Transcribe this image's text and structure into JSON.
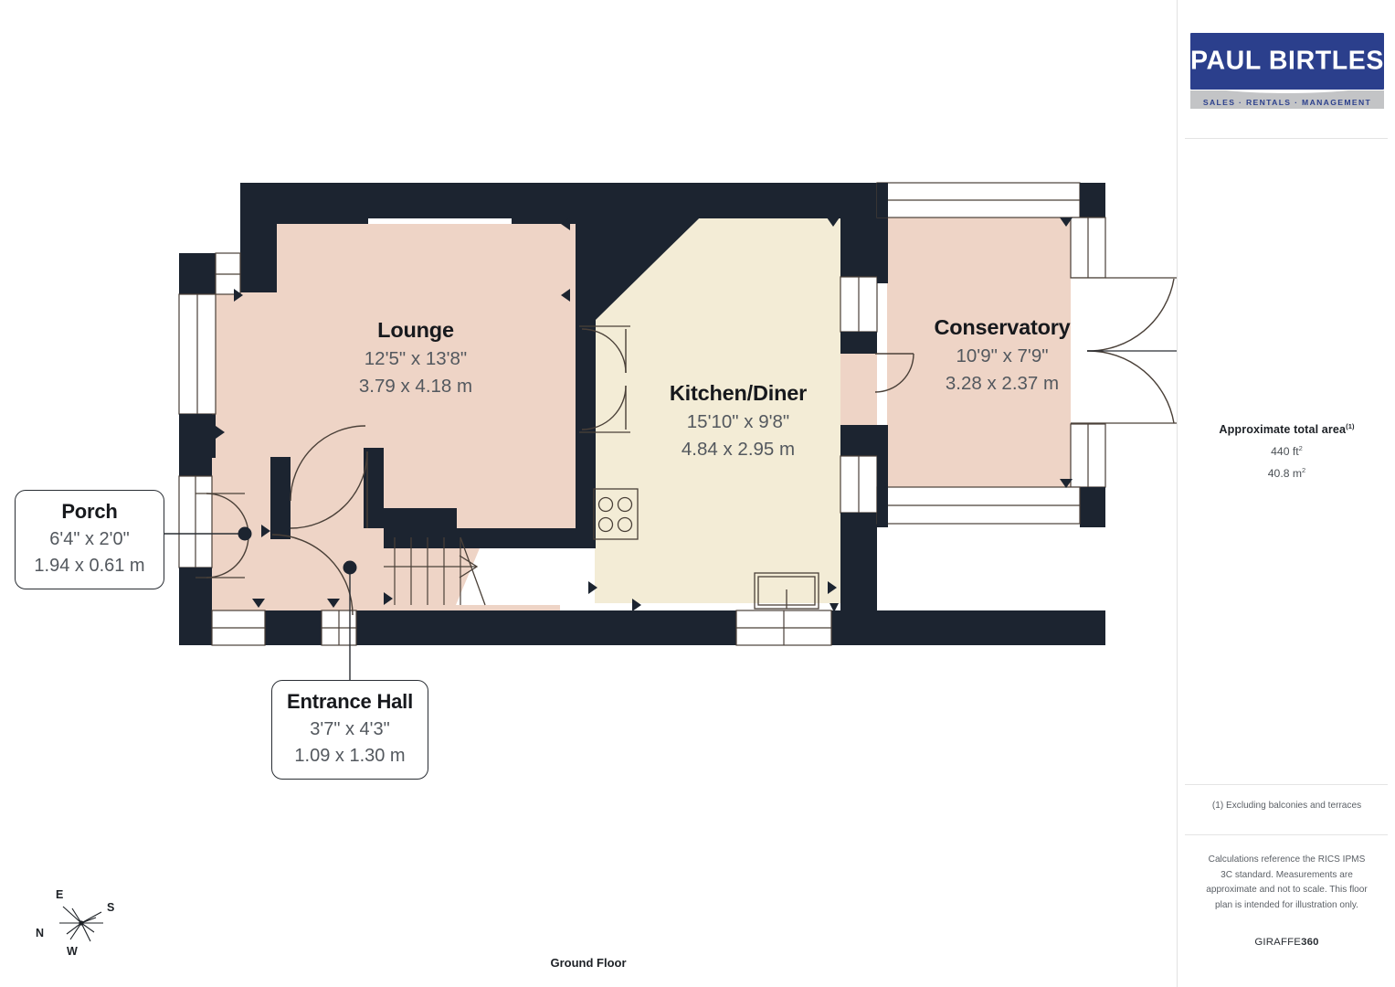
{
  "brand": {
    "logo_name": "PAUL BIRTLES",
    "logo_tagline": "SALES  ·  RENTALS  ·  MANAGEMENT",
    "logo_bg_color": "#2b3f8c",
    "logo_strip_color": "#c3c4c6"
  },
  "sidebar": {
    "area_title": "Approximate total area",
    "area_title_sup": "(1)",
    "area_sqft": "440 ft",
    "area_sqft_sup": "2",
    "area_sqm": "40.8 m",
    "area_sqm_sup": "2",
    "footnote": "(1) Excluding balconies and terraces",
    "disclaimer": "Calculations reference the RICS IPMS 3C standard. Measurements are approximate and not to scale. This floor plan is intended for illustration only.",
    "provider_prefix": "GIRAFFE",
    "provider_suffix": "360"
  },
  "plan": {
    "floor_caption": "Ground Floor",
    "colors": {
      "wall": "#1c2430",
      "room_pink": "#eed4c6",
      "room_cream": "#f3ecd6",
      "line": "#4a4038",
      "white": "#ffffff"
    },
    "compass": {
      "north": "N",
      "east": "E",
      "south": "S",
      "west": "W"
    },
    "rooms": [
      {
        "id": "lounge",
        "name": "Lounge",
        "dim_imperial": "12'5\" x 13'8\"",
        "dim_metric": "3.79 x 4.18 m",
        "fill": "#eed4c6"
      },
      {
        "id": "kitchen-diner",
        "name": "Kitchen/Diner",
        "dim_imperial": "15'10\" x 9'8\"",
        "dim_metric": "4.84 x 2.95 m",
        "fill": "#f3ecd6"
      },
      {
        "id": "conservatory",
        "name": "Conservatory",
        "dim_imperial": "10'9\" x 7'9\"",
        "dim_metric": "3.28 x 2.37 m",
        "fill": "#eed4c6"
      },
      {
        "id": "porch",
        "name": "Porch",
        "dim_imperial": "6'4\" x 2'0\"",
        "dim_metric": "1.94 x 0.61 m",
        "fill": "#eed4c6"
      },
      {
        "id": "entrance-hall",
        "name": "Entrance Hall",
        "dim_imperial": "3'7\" x 4'3\"",
        "dim_metric": "1.09 x 1.30 m",
        "fill": "#eed4c6"
      }
    ]
  }
}
